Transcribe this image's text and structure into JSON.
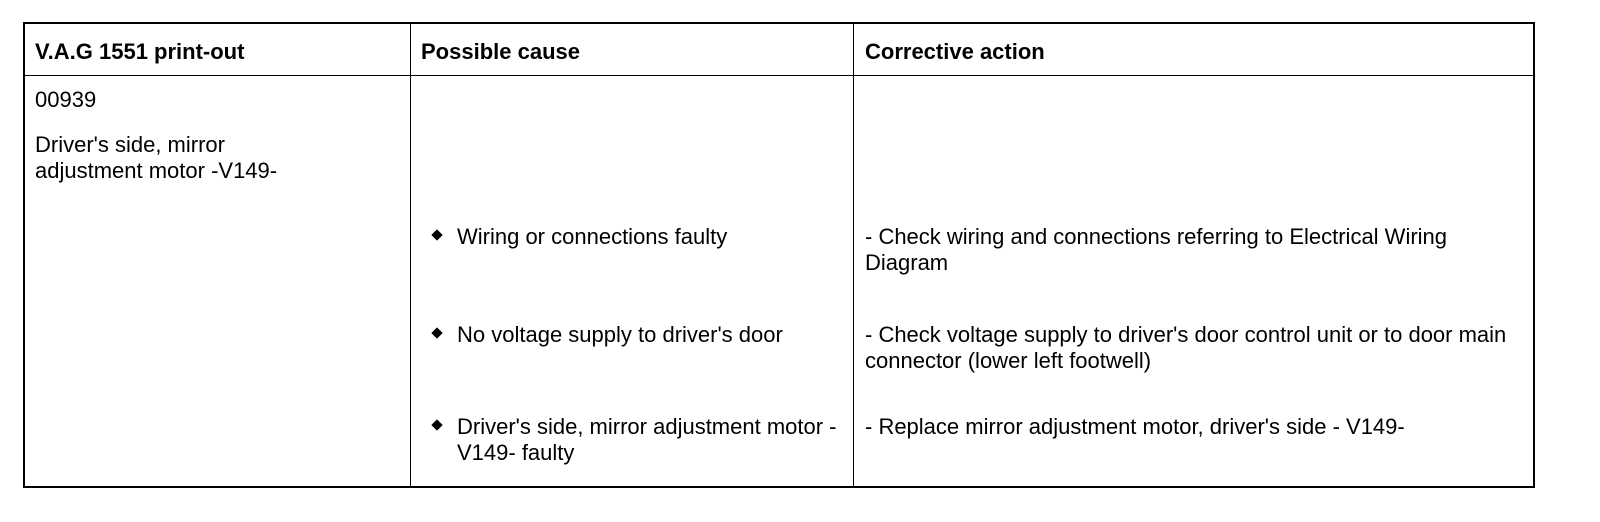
{
  "table": {
    "headers": {
      "printout": "V.A.G 1551 print-out",
      "cause": "Possible cause",
      "action": "Corrective action"
    },
    "fault": {
      "code": "00939",
      "description": "Driver's side, mirror adjustment motor -V149-"
    },
    "rows": [
      {
        "cause": "Wiring or connections faulty",
        "action": "- Check wiring and connections referring to Electrical Wiring Diagram"
      },
      {
        "cause": "No voltage supply to driver's door",
        "action": "- Check voltage supply to driver's door control unit or to door main connector (lower left footwell)"
      },
      {
        "cause": "Driver's side, mirror adjustment motor -V149- faulty",
        "action": "- Replace mirror adjustment motor, driver's side - V149-"
      }
    ]
  },
  "icons": {
    "bullet": "diamond-bullet-icon"
  }
}
